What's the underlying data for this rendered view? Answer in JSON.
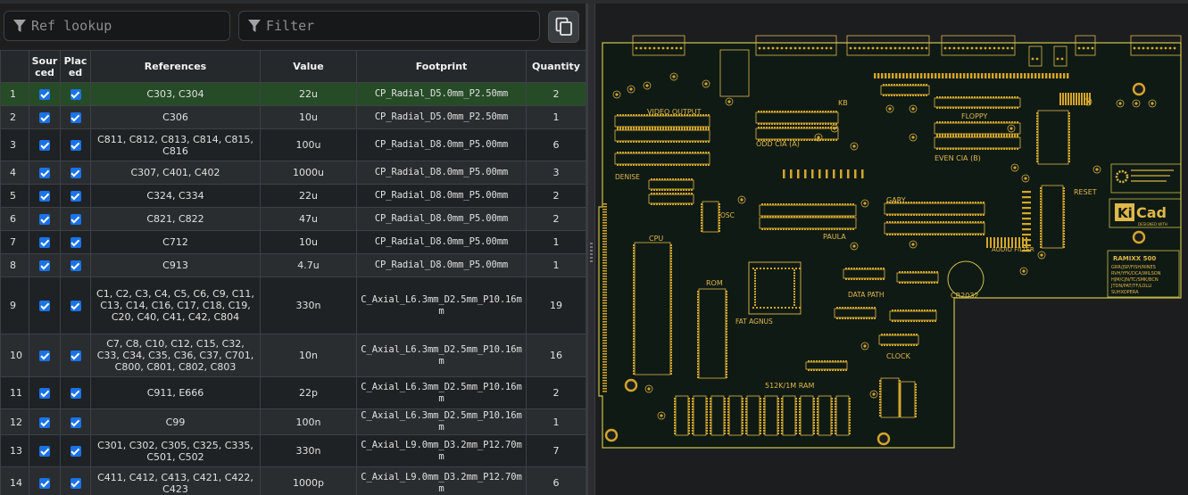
{
  "toolbar": {
    "ref_placeholder": "Ref lookup",
    "filter_placeholder": "Filter"
  },
  "table": {
    "headers": [
      "",
      "Sourced",
      "Placed",
      "References",
      "Value",
      "Footprint",
      "Quantity"
    ],
    "rows": [
      {
        "n": "1",
        "refs": "C303, C304",
        "value": "22u",
        "footprint": "CP_Radial_D5.0mm_P2.50mm",
        "qty": "2"
      },
      {
        "n": "2",
        "refs": "C306",
        "value": "10u",
        "footprint": "CP_Radial_D5.0mm_P2.50mm",
        "qty": "1"
      },
      {
        "n": "3",
        "refs": "C811, C812, C813, C814, C815, C816",
        "value": "100u",
        "footprint": "CP_Radial_D8.0mm_P5.00mm",
        "qty": "6"
      },
      {
        "n": "4",
        "refs": "C307, C401, C402",
        "value": "1000u",
        "footprint": "CP_Radial_D8.0mm_P5.00mm",
        "qty": "3"
      },
      {
        "n": "5",
        "refs": "C324, C334",
        "value": "22u",
        "footprint": "CP_Radial_D8.0mm_P5.00mm",
        "qty": "2"
      },
      {
        "n": "6",
        "refs": "C821, C822",
        "value": "47u",
        "footprint": "CP_Radial_D8.0mm_P5.00mm",
        "qty": "2"
      },
      {
        "n": "7",
        "refs": "C712",
        "value": "10u",
        "footprint": "CP_Radial_D8.0mm_P5.00mm",
        "qty": "1"
      },
      {
        "n": "8",
        "refs": "C913",
        "value": "4.7u",
        "footprint": "CP_Radial_D8.0mm_P5.00mm",
        "qty": "1"
      },
      {
        "n": "9",
        "refs": "C1, C2, C3, C4, C5, C6, C9, C11, C13, C14, C16, C17, C18, C19, C20, C40, C41, C42, C804",
        "value": "330n",
        "footprint": "C_Axial_L6.3mm_D2.5mm_P10.16mm",
        "qty": "19"
      },
      {
        "n": "10",
        "refs": "C7, C8, C10, C12, C15, C32, C33, C34, C35, C36, C37, C701, C800, C801, C802, C803",
        "value": "10n",
        "footprint": "C_Axial_L6.3mm_D2.5mm_P10.16mm",
        "qty": "16"
      },
      {
        "n": "11",
        "refs": "C911, E666",
        "value": "22p",
        "footprint": "C_Axial_L6.3mm_D2.5mm_P10.16mm",
        "qty": "2"
      },
      {
        "n": "12",
        "refs": "C99",
        "value": "100n",
        "footprint": "C_Axial_L6.3mm_D2.5mm_P10.16mm",
        "qty": "1"
      },
      {
        "n": "13",
        "refs": "C301, C302, C305, C325, C335, C501, C502",
        "value": "330n",
        "footprint": "C_Axial_L9.0mm_D3.2mm_P12.70mm",
        "qty": "7"
      },
      {
        "n": "14",
        "refs": "C411, C412, C413, C421, C422, C423",
        "value": "1000p",
        "footprint": "C_Axial_L9.0mm_D3.2mm_P12.70mm",
        "qty": "6"
      }
    ]
  },
  "pcb": {
    "labels": {
      "video_output": "VIDEO OUTPUT",
      "kb": "KB",
      "floppy": "FLOPPY",
      "odd_cia": "ODD CIA (A)",
      "even_cia": "EVEN CIA (B)",
      "denise": "DENISE",
      "reset": "RESET",
      "osc": "OSC",
      "gary": "GARY",
      "cpu": "CPU",
      "paula": "PAULA",
      "audio_filter": "AUDIO FILTER",
      "rom": "ROM",
      "fat_agnus": "FAT AGNUS",
      "data_path": "DATA PATH",
      "cr2032": "CR2032",
      "clock": "CLOCK",
      "ram": "512K/1M RAM",
      "board_name": "RAMIXX 500",
      "credits_1": "GRR/JSP/FISH/RINES",
      "credits_2": "RVH/YFK/DCA/WILSON",
      "credits_3": "HJM/CJN/TC/SMK/BCN",
      "credits_4": "JTDN/PAT/TF/LOLLI",
      "credits_5": "SUHXOPERA",
      "kicad_k": "Ki",
      "kicad_cad": "Cad",
      "kicad_tag": "DESIGNED WITH"
    },
    "colors": {
      "board": "#0f1a14",
      "outline": "#c9c04a",
      "pad": "#d4a52a",
      "silk": "#e0b84a"
    }
  }
}
